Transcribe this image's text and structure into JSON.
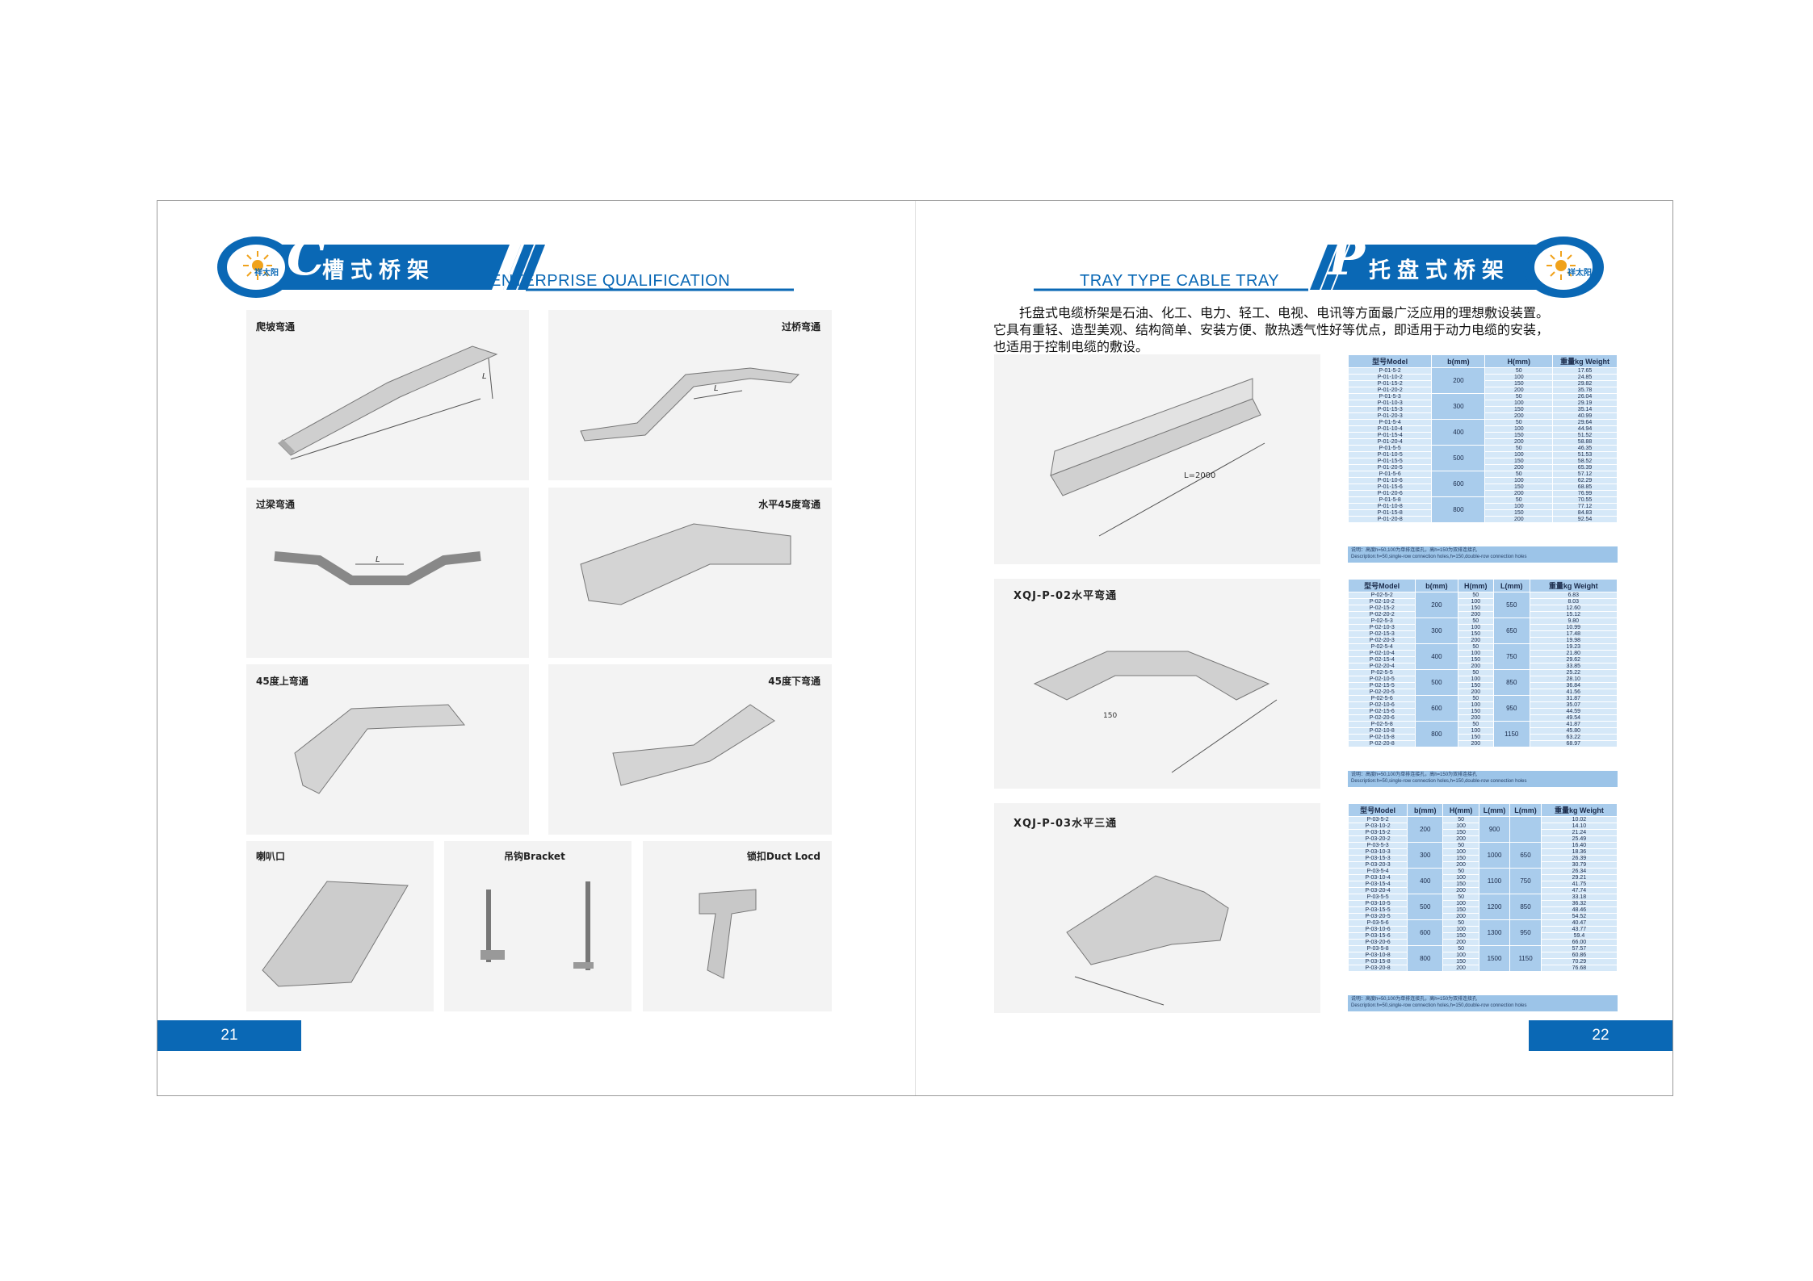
{
  "left_page": {
    "title_letter": "C",
    "title_cn": "槽式桥架",
    "title_en": "ENTERPRISE QUALIFICATION",
    "logo_text": "祥太阳",
    "page_number": "21",
    "panels": [
      {
        "label": "爬坡弯通"
      },
      {
        "label": "过桥弯通"
      },
      {
        "label": "过梁弯通"
      },
      {
        "label": "水平45度弯通"
      },
      {
        "label": "45度上弯通"
      },
      {
        "label": "45度下弯通"
      },
      {
        "label": "喇叭口"
      },
      {
        "label": "吊钩Bracket"
      },
      {
        "label": "锁扣Duct Locd"
      }
    ]
  },
  "right_page": {
    "title_letter": "P",
    "title_cn": "托盘式桥架",
    "title_en": "TRAY TYPE CABLE TRAY",
    "logo_text": "祥太阳",
    "page_number": "22",
    "intro_lines": [
      "托盘式电缆桥架是石油、化工、电力、轻工、电视、电讯等方面最广泛应用的理想敷设装置。",
      "它具有重轻、造型美观、结构简单、安装方便、散热透气性好等优点，即适用于动力电缆的安装，",
      "也适用于控制电缆的敷设。"
    ],
    "product_titles": [
      "XQJ-P-02水平弯通",
      "XQJ-P-03水平三通"
    ],
    "dim_labels": {
      "length": "L=2000",
      "corner": "150"
    },
    "tables": [
      {
        "headers": [
          "型号Model",
          "b(mm)",
          "H(mm)",
          "重量kg Weight"
        ],
        "groups": [
          {
            "b": "200",
            "rows": [
              [
                "P-01-5-2",
                "50",
                "17.65"
              ],
              [
                "P-01-10-2",
                "100",
                "24.85"
              ],
              [
                "P-01-15-2",
                "150",
                "29.82"
              ],
              [
                "P-01-20-2",
                "200",
                "35.78"
              ]
            ]
          },
          {
            "b": "300",
            "rows": [
              [
                "P-01-5-3",
                "50",
                "26.04"
              ],
              [
                "P-01-10-3",
                "100",
                "29.19"
              ],
              [
                "P-01-15-3",
                "150",
                "35.14"
              ],
              [
                "P-01-20-3",
                "200",
                "40.99"
              ]
            ]
          },
          {
            "b": "400",
            "rows": [
              [
                "P-01-5-4",
                "50",
                "29.64"
              ],
              [
                "P-01-10-4",
                "100",
                "44.94"
              ],
              [
                "P-01-15-4",
                "150",
                "51.52"
              ],
              [
                "P-01-20-4",
                "200",
                "58.88"
              ]
            ]
          },
          {
            "b": "500",
            "rows": [
              [
                "P-01-5-5",
                "50",
                "46.35"
              ],
              [
                "P-01-10-5",
                "100",
                "51.53"
              ],
              [
                "P-01-15-5",
                "150",
                "58.52"
              ],
              [
                "P-01-20-5",
                "200",
                "65.39"
              ]
            ]
          },
          {
            "b": "600",
            "rows": [
              [
                "P-01-5-6",
                "50",
                "57.12"
              ],
              [
                "P-01-10-6",
                "100",
                "62.29"
              ],
              [
                "P-01-15-6",
                "150",
                "68.85"
              ],
              [
                "P-01-20-6",
                "200",
                "76.99"
              ]
            ]
          },
          {
            "b": "800",
            "rows": [
              [
                "P-01-5-8",
                "50",
                "70.55"
              ],
              [
                "P-01-10-8",
                "100",
                "77.12"
              ],
              [
                "P-01-15-8",
                "150",
                "84.83"
              ],
              [
                "P-01-20-8",
                "200",
                "92.54"
              ]
            ]
          }
        ],
        "note_cn": "说明：高度h=50,100为单排连接孔，高h=150为双排连接孔",
        "note_en": "Description:h=50,single-row connection holes,h=150,double-row connection holes"
      },
      {
        "headers": [
          "型号Model",
          "b(mm)",
          "H(mm)",
          "L(mm)",
          "重量kg Weight"
        ],
        "groups": [
          {
            "b": "200",
            "l": "550",
            "rows": [
              [
                "P-02-5-2",
                "50",
                "6.83"
              ],
              [
                "P-02-10-2",
                "100",
                "8.03"
              ],
              [
                "P-02-15-2",
                "150",
                "12.60"
              ],
              [
                "P-02-20-2",
                "200",
                "15.12"
              ]
            ]
          },
          {
            "b": "300",
            "l": "650",
            "rows": [
              [
                "P-02-5-3",
                "50",
                "9.80"
              ],
              [
                "P-02-10-3",
                "100",
                "10.99"
              ],
              [
                "P-02-15-3",
                "150",
                "17.48"
              ],
              [
                "P-02-20-3",
                "200",
                "19.98"
              ]
            ]
          },
          {
            "b": "400",
            "l": "750",
            "rows": [
              [
                "P-02-5-4",
                "50",
                "19.23"
              ],
              [
                "P-02-10-4",
                "100",
                "21.80"
              ],
              [
                "P-02-15-4",
                "150",
                "29.62"
              ],
              [
                "P-02-20-4",
                "200",
                "33.85"
              ]
            ]
          },
          {
            "b": "500",
            "l": "850",
            "rows": [
              [
                "P-02-5-5",
                "50",
                "25.22"
              ],
              [
                "P-02-10-5",
                "100",
                "28.10"
              ],
              [
                "P-02-15-5",
                "150",
                "36.84"
              ],
              [
                "P-02-20-5",
                "200",
                "41.56"
              ]
            ]
          },
          {
            "b": "600",
            "l": "950",
            "rows": [
              [
                "P-02-5-6",
                "50",
                "31.87"
              ],
              [
                "P-02-10-6",
                "100",
                "35.07"
              ],
              [
                "P-02-15-6",
                "150",
                "44.59"
              ],
              [
                "P-02-20-6",
                "200",
                "49.54"
              ]
            ]
          },
          {
            "b": "800",
            "l": "1150",
            "rows": [
              [
                "P-02-5-8",
                "50",
                "41.87"
              ],
              [
                "P-02-10-8",
                "100",
                "45.80"
              ],
              [
                "P-02-15-8",
                "150",
                "63.22"
              ],
              [
                "P-02-20-8",
                "200",
                "68.97"
              ]
            ]
          }
        ],
        "note_cn": "说明：高度h=50,100为单排连接孔，高h=150为双排连接孔",
        "note_en": "Description:h=50,single-row connection holes,h=150,double-row connection holes"
      },
      {
        "headers": [
          "型号Model",
          "b(mm)",
          "H(mm)",
          "L(mm)",
          "L(mm)",
          "重量kg Weight"
        ],
        "groups": [
          {
            "b": "200",
            "l1": "900",
            "l2": "",
            "rows": [
              [
                "P-03-5-2",
                "50",
                "10.02"
              ],
              [
                "P-03-10-2",
                "100",
                "14.10"
              ],
              [
                "P-03-15-2",
                "150",
                "21.24"
              ],
              [
                "P-03-20-2",
                "200",
                "25.49"
              ]
            ]
          },
          {
            "b": "300",
            "l1": "1000",
            "l2": "650",
            "rows": [
              [
                "P-03-5-3",
                "50",
                "16.40"
              ],
              [
                "P-03-10-3",
                "100",
                "18.36"
              ],
              [
                "P-03-15-3",
                "150",
                "26.39"
              ],
              [
                "P-03-20-3",
                "200",
                "30.79"
              ]
            ]
          },
          {
            "b": "400",
            "l1": "1100",
            "l2": "750",
            "rows": [
              [
                "P-03-5-4",
                "50",
                "26.34"
              ],
              [
                "P-03-10-4",
                "100",
                "29.21"
              ],
              [
                "P-03-15-4",
                "150",
                "41.75"
              ],
              [
                "P-03-20-4",
                "200",
                "47.74"
              ]
            ]
          },
          {
            "b": "500",
            "l1": "1200",
            "l2": "850",
            "rows": [
              [
                "P-03-5-5",
                "50",
                "33.18"
              ],
              [
                "P-03-10-5",
                "100",
                "36.32"
              ],
              [
                "P-03-15-5",
                "150",
                "48.46"
              ],
              [
                "P-03-20-5",
                "200",
                "54.52"
              ]
            ]
          },
          {
            "b": "600",
            "l1": "1300",
            "l2": "950",
            "rows": [
              [
                "P-03-5-6",
                "50",
                "40.47"
              ],
              [
                "P-03-10-6",
                "100",
                "43.77"
              ],
              [
                "P-03-15-6",
                "150",
                "59.4"
              ],
              [
                "P-03-20-6",
                "200",
                "66.00"
              ]
            ]
          },
          {
            "b": "800",
            "l1": "1500",
            "l2": "1150",
            "rows": [
              [
                "P-03-5-8",
                "50",
                "57.57"
              ],
              [
                "P-03-10-8",
                "100",
                "60.86"
              ],
              [
                "P-03-15-8",
                "150",
                "70.29"
              ],
              [
                "P-03-20-8",
                "200",
                "76.68"
              ]
            ]
          }
        ],
        "note_cn": "说明：高度h=50,100为单排连接孔，高h=150为双排连接孔",
        "note_en": "Description:h=50,single-row connection holes,h=150,double-row connection holes"
      }
    ]
  },
  "colors": {
    "brand_blue": "#0a68b5",
    "panel_gray": "#f3f3f3",
    "table_blue": "#a9ccec",
    "table_light": "#d5e8f8"
  }
}
